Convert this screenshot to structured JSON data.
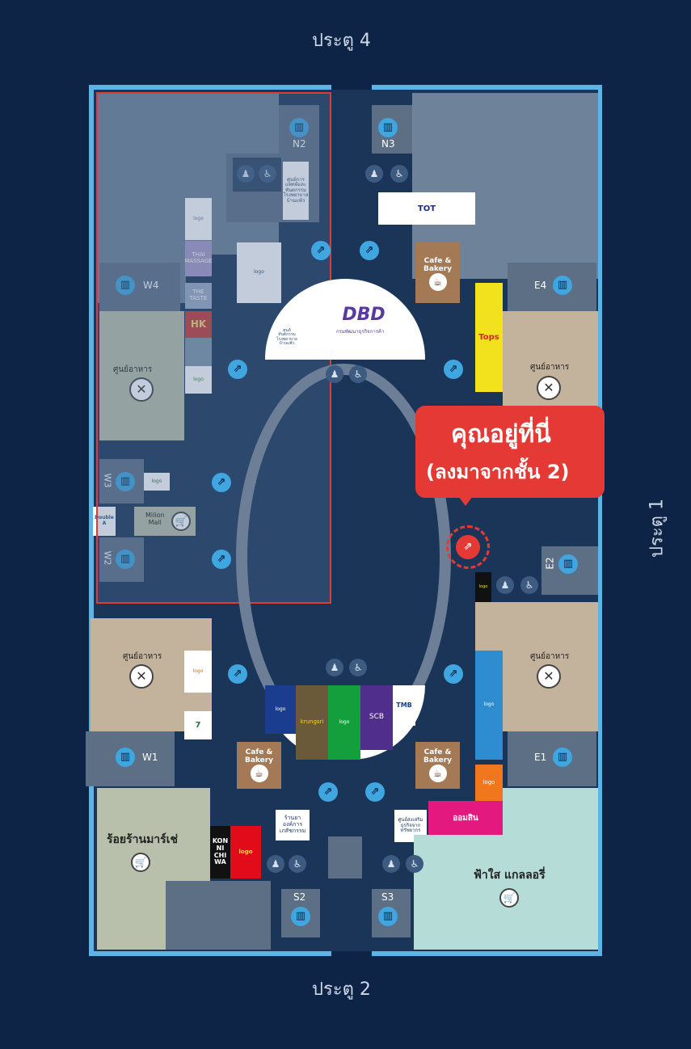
{
  "gates": {
    "top": "ประตู 4",
    "bottom": "ประตู 2",
    "right": "ประตู 1"
  },
  "you_are_here": {
    "line1": "คุณอยู่ที่นี่",
    "line2": "(ลงมาจากชั้น 2)"
  },
  "elevators": {
    "n2": "N2",
    "n3": "N3",
    "w4": "W4",
    "w3": "W3",
    "w2": "W2",
    "w1": "W1",
    "e4": "E4",
    "e2": "E2",
    "e1": "E1",
    "s2": "S2",
    "s3": "S3"
  },
  "food_courts": {
    "nw": "ศูนย์อาหาร",
    "sw": "ศูนย์อาหาร",
    "ne": "ศูนย์อาหาร",
    "se": "ศูนย์อาหาร"
  },
  "cafes": {
    "north": "Cafe & Bakery",
    "sw": "Cafe & Bakery",
    "se": "Cafe & Bakery"
  },
  "shops": {
    "thai_massage": "THAI\nMASSAGE",
    "the_taste": "THE\nTASTE",
    "hk": "HK",
    "million_mall": "Milion\nMall",
    "double_a": "Double A",
    "tops": "Tops",
    "tot": "TOT",
    "dbd": "DBD",
    "dbd_sub": "กรมพัฒนาธุรกิจการค้า",
    "konichiwa": "KON\nNI\nCHI\nWA",
    "pharmacy": "ร้านยา\nองค์การ\nเภสัชกรรม",
    "otop": "ศูนย์ส่งเสริม\nธุรกิจจาก\nทรัพยากร",
    "medical": "ศูนย์การ\nแพทย์และ\nทันตกรรม\nโรงพยาบาล\nบ้านแพ้ว",
    "medical2": "ศูนย์\nทันตกรรม\nโรงพยาบาล\nบ้านแพ้ว",
    "krungsri": "krungsri",
    "scb": "SCB",
    "tmb": "TMB",
    "aomsin": "ออมสิน",
    "roi_ran": "ร้อยร้านมาร์เช่",
    "fahsai": "ฟ้าใส แกลลอรี่"
  },
  "colors": {
    "background": "#0d2447",
    "border": "#5db3e6",
    "highlight": "#e53935",
    "accent": "#3fa6e0"
  }
}
